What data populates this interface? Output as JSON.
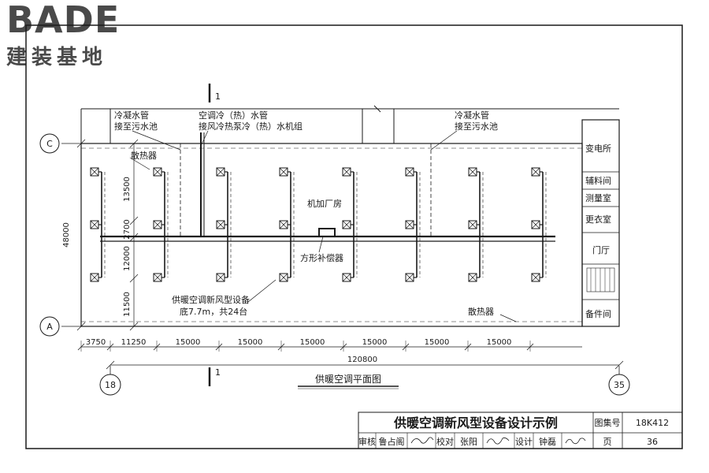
{
  "logo": {
    "word": "BADE",
    "chinese": "建装基地"
  },
  "section_marks": {
    "top": "1",
    "bottom": "1"
  },
  "axes": {
    "row_top": "C",
    "row_bottom": "A",
    "col_left": "18",
    "col_right": "35"
  },
  "labels": {
    "condensate_left_1": "冷凝水管",
    "condensate_left_2": "接至污水池",
    "ac_water_1": "空调冷（热）水管",
    "ac_water_2": "接风冷热泵冷（热）水机组",
    "condensate_right_1": "冷凝水管",
    "condensate_right_2": "接至污水池",
    "radiator_top": "散热器",
    "machine_room": "机加厂房",
    "compensator": "方形补偿器",
    "equipment_1": "供暖空调新风型设备",
    "equipment_2": "底7.7m，共24台",
    "radiator_bottom": "散热器"
  },
  "rooms": [
    "变电所",
    "辅料间",
    "测量室",
    "更衣室",
    "门厅",
    "备件间"
  ],
  "dimensions": {
    "total_height": "48000",
    "v1": "13500",
    "v2": "2700",
    "v3": "12000",
    "v4": "11500",
    "h_segments": [
      "3750",
      "11250",
      "15000",
      "15000",
      "15000",
      "15000",
      "15000",
      "15000"
    ],
    "total_width": "120800"
  },
  "plan_title": "供暖空调平面图",
  "title_block": {
    "title": "供暖空调新风型设备设计示例",
    "atlas_label": "图集号",
    "atlas_no": "18K412",
    "row2": [
      "审核",
      "鲁占阁",
      "校对",
      "张阳",
      "设计",
      "钟磊"
    ],
    "page_label": "页",
    "page_no": "36"
  },
  "colors": {
    "line": "#1a1a1a",
    "logo": "#4a4a4a"
  }
}
